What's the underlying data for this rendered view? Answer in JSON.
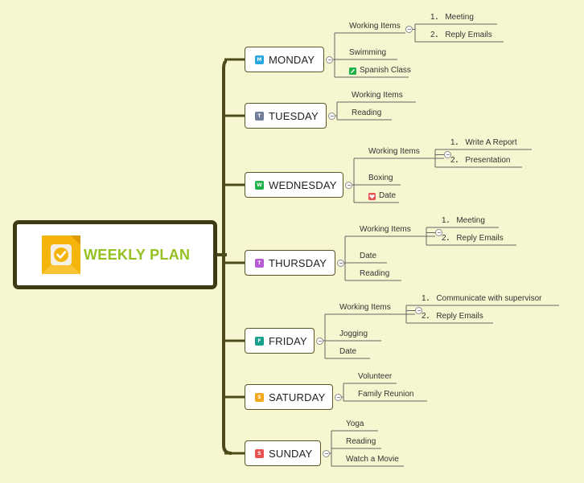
{
  "root": {
    "title": "WEEKLY PLAN",
    "logo_icon": "calendar-check-icon",
    "accent": "#94c11f"
  },
  "days": [
    {
      "label": "MONDAY",
      "badge": "M",
      "color": "#29a8e0",
      "children": [
        {
          "text": "Working Items",
          "children": [
            "1． Meeting",
            "2． Reply Emails"
          ]
        },
        {
          "text": "Swimming"
        },
        {
          "text": "Spanish Class",
          "icon": "pencil-icon"
        }
      ]
    },
    {
      "label": "TUESDAY",
      "badge": "T",
      "color": "#6f7c9a",
      "children": [
        {
          "text": "Working Items"
        },
        {
          "text": "Reading"
        }
      ]
    },
    {
      "label": "WEDNESDAY",
      "badge": "W",
      "color": "#1fb24a",
      "children": [
        {
          "text": "Working Items",
          "children": [
            "1． Write A Report",
            "2． Presentation"
          ]
        },
        {
          "text": "Boxing"
        },
        {
          "text": "Date",
          "icon": "heart-icon"
        }
      ]
    },
    {
      "label": "THURSDAY",
      "badge": "T",
      "color": "#b65bd4",
      "children": [
        {
          "text": "Working Items",
          "children": [
            "1． Meeting",
            "2． Reply Emails"
          ]
        },
        {
          "text": "Date"
        },
        {
          "text": "Reading"
        }
      ]
    },
    {
      "label": "FRIDAY",
      "badge": "F",
      "color": "#19a08c",
      "children": [
        {
          "text": "Working Items",
          "children": [
            "1． Communicate with supervisor",
            "2． Reply Emails"
          ]
        },
        {
          "text": "Jogging"
        },
        {
          "text": "Date"
        }
      ]
    },
    {
      "label": "SATURDAY",
      "badge": "S",
      "color": "#f2a81d",
      "children": [
        {
          "text": "Volunteer"
        },
        {
          "text": "Family Reunion"
        }
      ]
    },
    {
      "label": "SUNDAY",
      "badge": "S",
      "color": "#e8514f",
      "children": [
        {
          "text": "Yoga"
        },
        {
          "text": "Reading"
        },
        {
          "text": "Watch a Movie"
        }
      ]
    }
  ]
}
